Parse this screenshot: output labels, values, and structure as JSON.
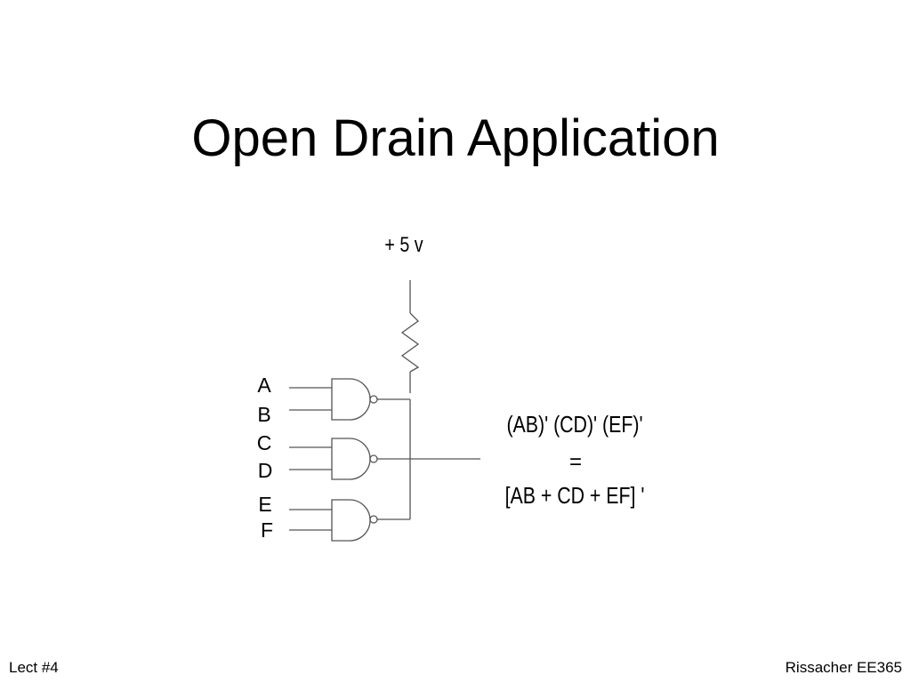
{
  "slide": {
    "title": "Open Drain Application",
    "footer_left": "Lect #4",
    "footer_right": "Rissacher EE365"
  },
  "diagram": {
    "supply_label": "+ 5 v",
    "inputs": [
      "A",
      "B",
      "C",
      "D",
      "E",
      "F"
    ],
    "equation": {
      "line1": "(AB)' (CD)' (EF)'",
      "line2": "=",
      "line3": "[AB + CD + EF] '"
    }
  }
}
